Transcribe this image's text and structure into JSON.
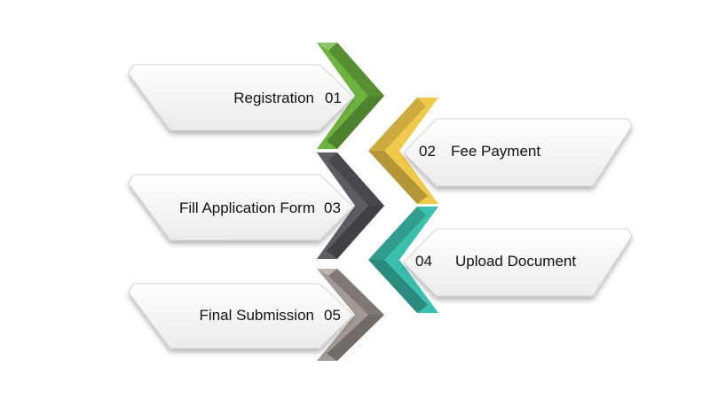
{
  "steps": [
    {
      "number": "01",
      "label": "Registration",
      "color": "#6db33f",
      "side": "left"
    },
    {
      "number": "02",
      "label": "Fee Payment",
      "color": "#f1c94a",
      "side": "right"
    },
    {
      "number": "03",
      "label": "Fill Application Form",
      "color": "#5b5d63",
      "side": "left"
    },
    {
      "number": "04",
      "label": "Upload Document",
      "color": "#3bc0ae",
      "side": "right"
    },
    {
      "number": "05",
      "label": "Final Submission",
      "color": "#a39a96",
      "side": "left"
    }
  ]
}
